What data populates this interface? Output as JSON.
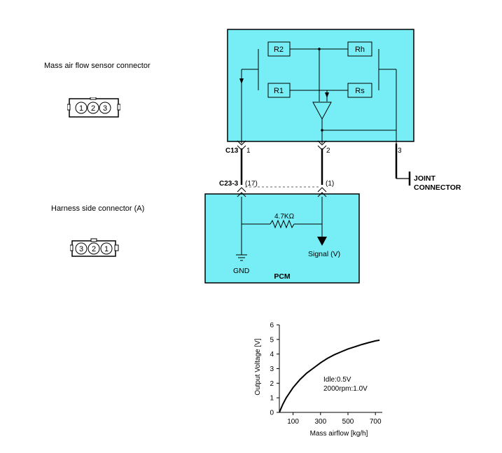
{
  "left_labels": {
    "sensor_connector": "Mass air flow sensor connector",
    "harness_connector": "Harness side connector (A)"
  },
  "sensor_connector_pins": [
    "1",
    "2",
    "3"
  ],
  "harness_connector_pins": [
    "3",
    "2",
    "1"
  ],
  "sensor_box": {
    "resistors": {
      "r2": "R2",
      "rh": "Rh",
      "r1": "R1",
      "rs": "Rs"
    },
    "connector_id": "C13",
    "pins": [
      "1",
      "2",
      "3"
    ]
  },
  "joint_connector": {
    "line1": "JOINT",
    "line2": "CONNECTOR"
  },
  "pcm": {
    "connector_id": "C23-3",
    "pin_left": "(17)",
    "pin_right": "(1)",
    "resistor_label": "4.7KΩ",
    "signal_label": "Signal (V)",
    "gnd_label": "GND",
    "title": "PCM"
  },
  "colors": {
    "box_fill": "#77eef5",
    "box_border": "#000000"
  },
  "chart_data": {
    "type": "line",
    "ylabel": "Output Voltage [V]",
    "xlabel": "Mass airflow [kg/h]",
    "x_ticks": [
      "100",
      "300",
      "500",
      "700"
    ],
    "y_ticks": [
      "0",
      "1",
      "2",
      "3",
      "4",
      "5",
      "6"
    ],
    "ylim": [
      0,
      6
    ],
    "series": [
      {
        "x": [
          0,
          25,
          50,
          100,
          150,
          200,
          250,
          300,
          350,
          400,
          450,
          500,
          550,
          600,
          650,
          700,
          730
        ],
        "values": [
          0,
          0.55,
          1.0,
          1.7,
          2.25,
          2.7,
          3.05,
          3.4,
          3.7,
          3.95,
          4.15,
          4.35,
          4.5,
          4.65,
          4.78,
          4.9,
          4.95
        ]
      }
    ],
    "annotations": [
      "Idle:0.5V",
      "2000rpm:1.0V"
    ]
  }
}
